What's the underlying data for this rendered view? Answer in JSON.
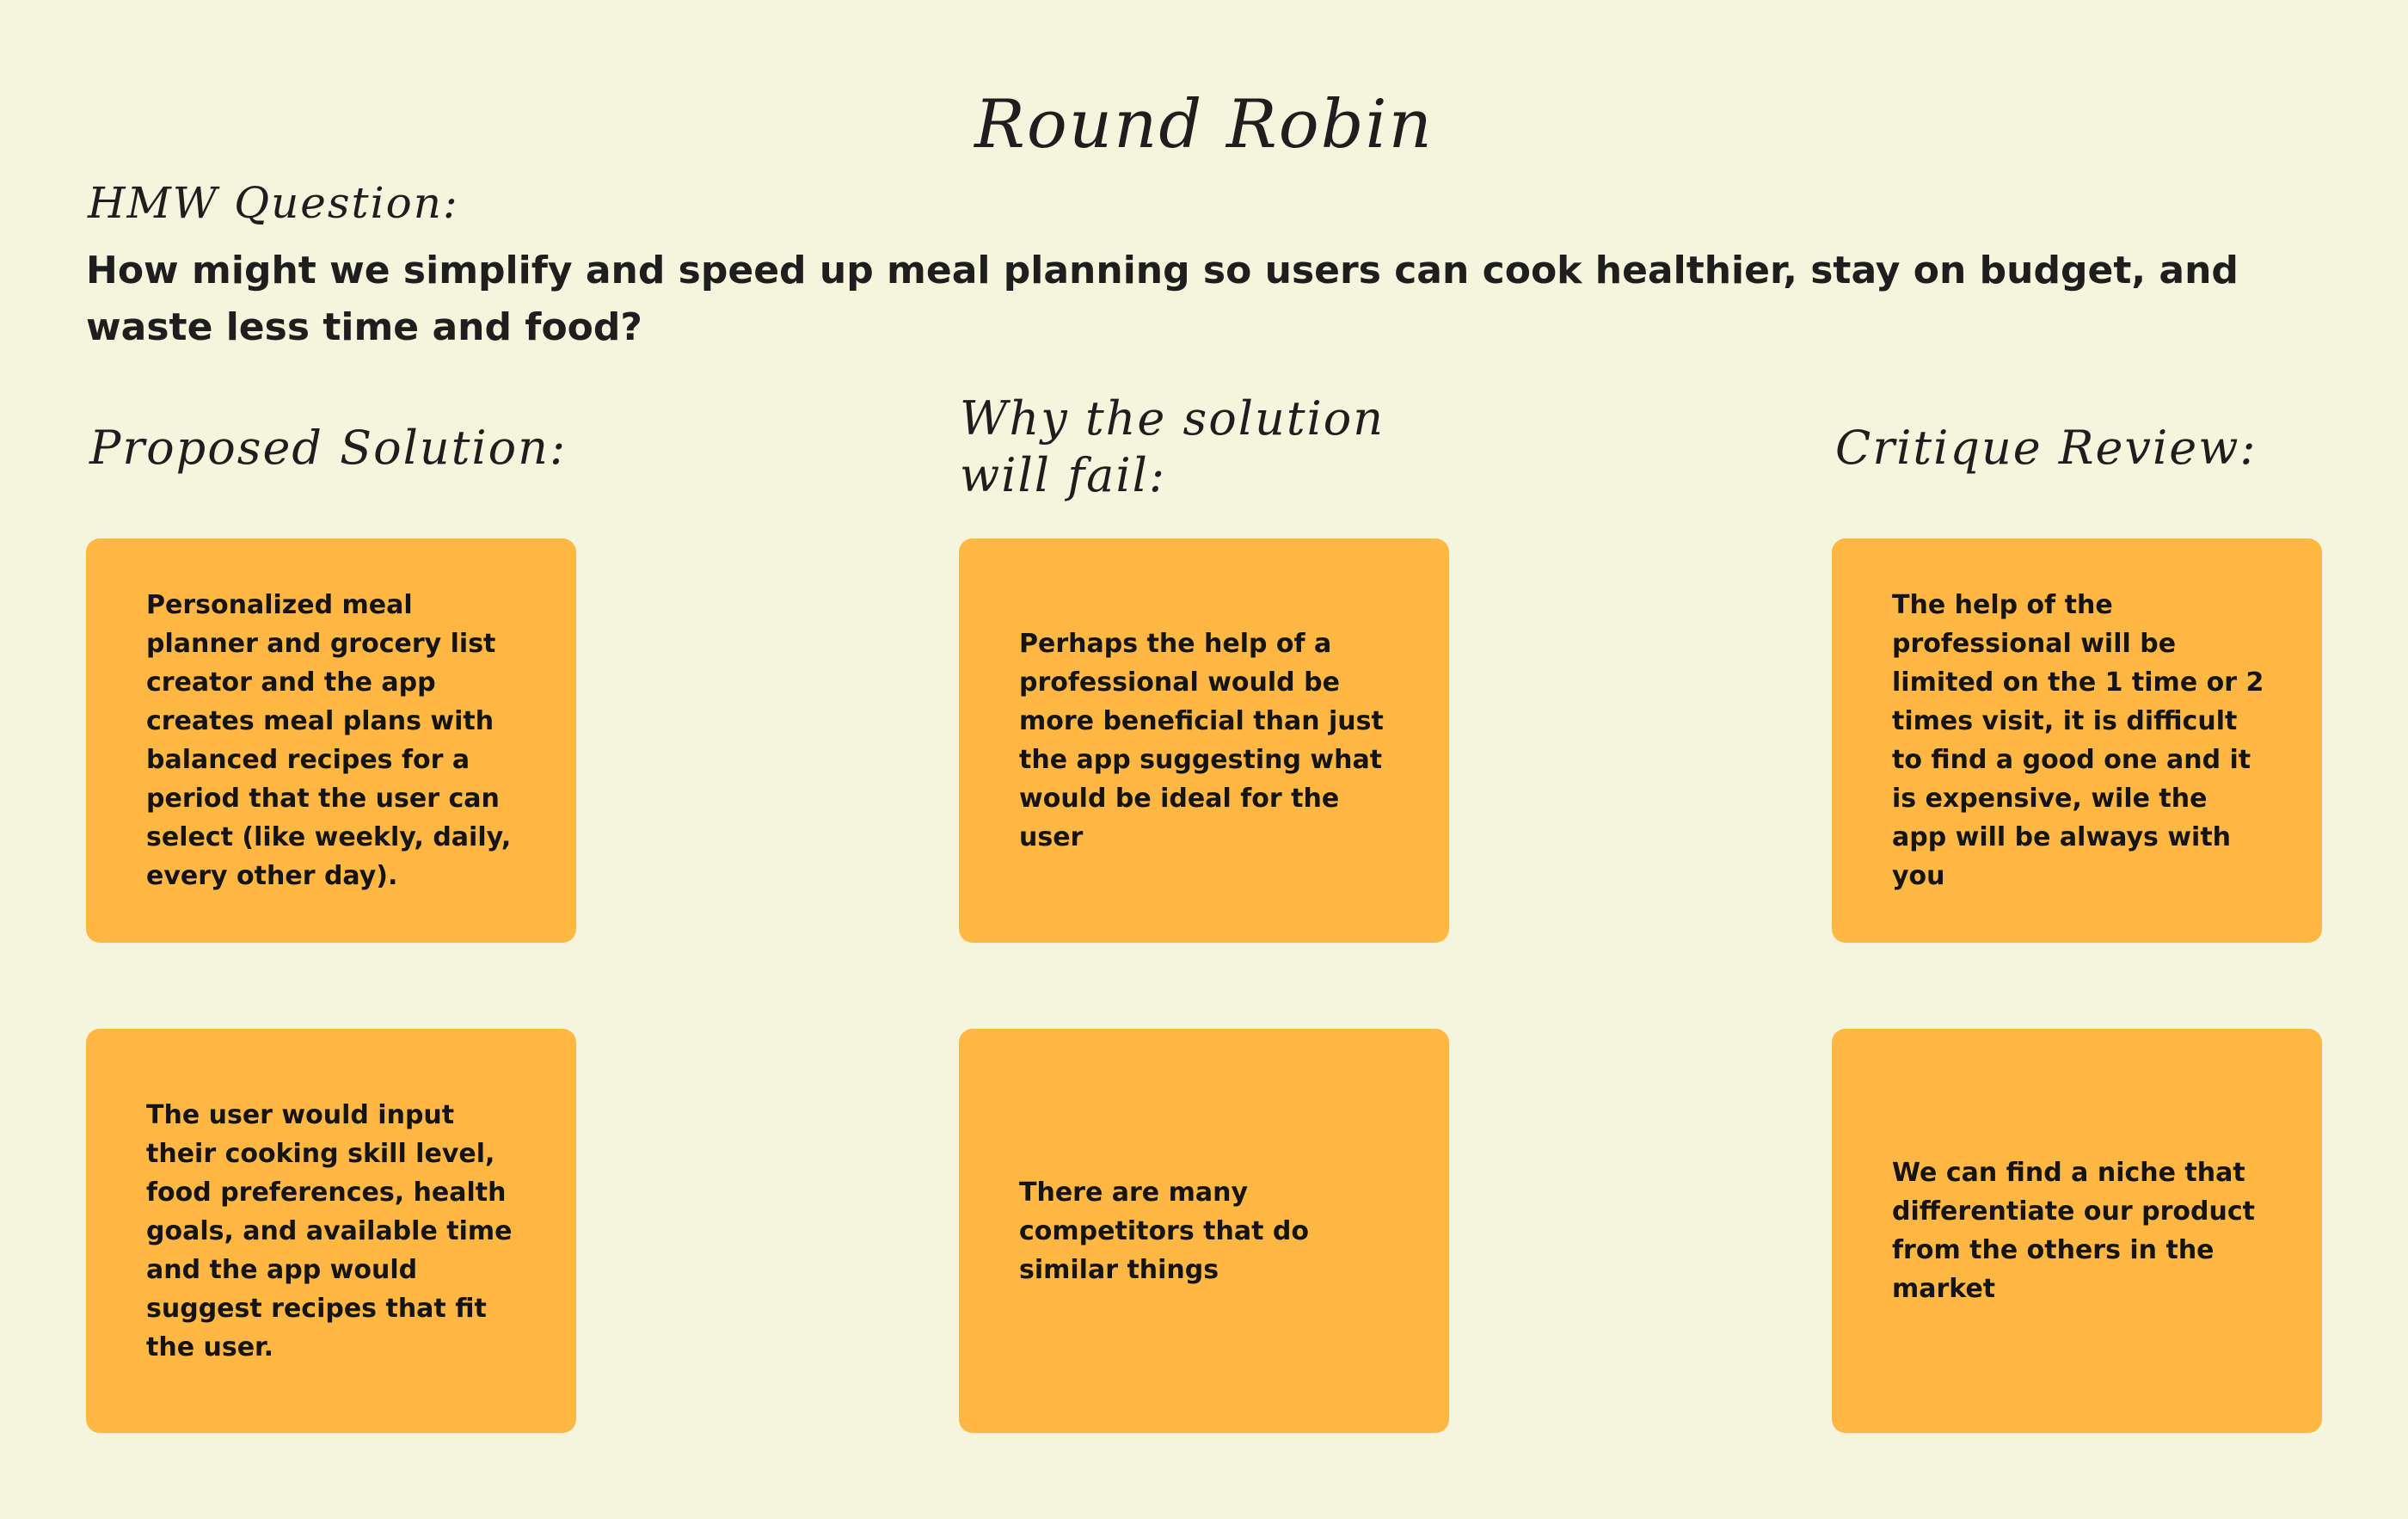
{
  "title": "Round Robin",
  "hmw": {
    "label": "HMW Question:",
    "question": "How might we simplify and speed up meal planning so users can cook healthier, stay on budget, and waste less time and food?"
  },
  "columns": [
    {
      "heading": "Proposed Solution:",
      "notes": [
        "Personalized meal planner and grocery list creator and the app creates meal plans with balanced recipes for a period that the user can select (like weekly, daily, every other day).",
        "The user would input their cooking skill level, food preferences, health goals, and available time and the app would suggest recipes that fit the user."
      ]
    },
    {
      "heading": "Why the solution will fail:",
      "notes": [
        "Perhaps the help of a professional would be more beneficial than just the app suggesting what would be ideal for the user",
        "There are many competitors that do similar things"
      ]
    },
    {
      "heading": "Critique Review:",
      "notes": [
        "The help of the professional will be limited on the 1 time or 2 times visit, it is difficult to find a good one and it is expensive, wile the app will be always with you",
        "We can find a niche that differentiate our product from the others in the market"
      ]
    }
  ],
  "colors": {
    "background": "#F5F4DC",
    "sticky_note": "#FFB743",
    "text": "#1c1c1c"
  }
}
